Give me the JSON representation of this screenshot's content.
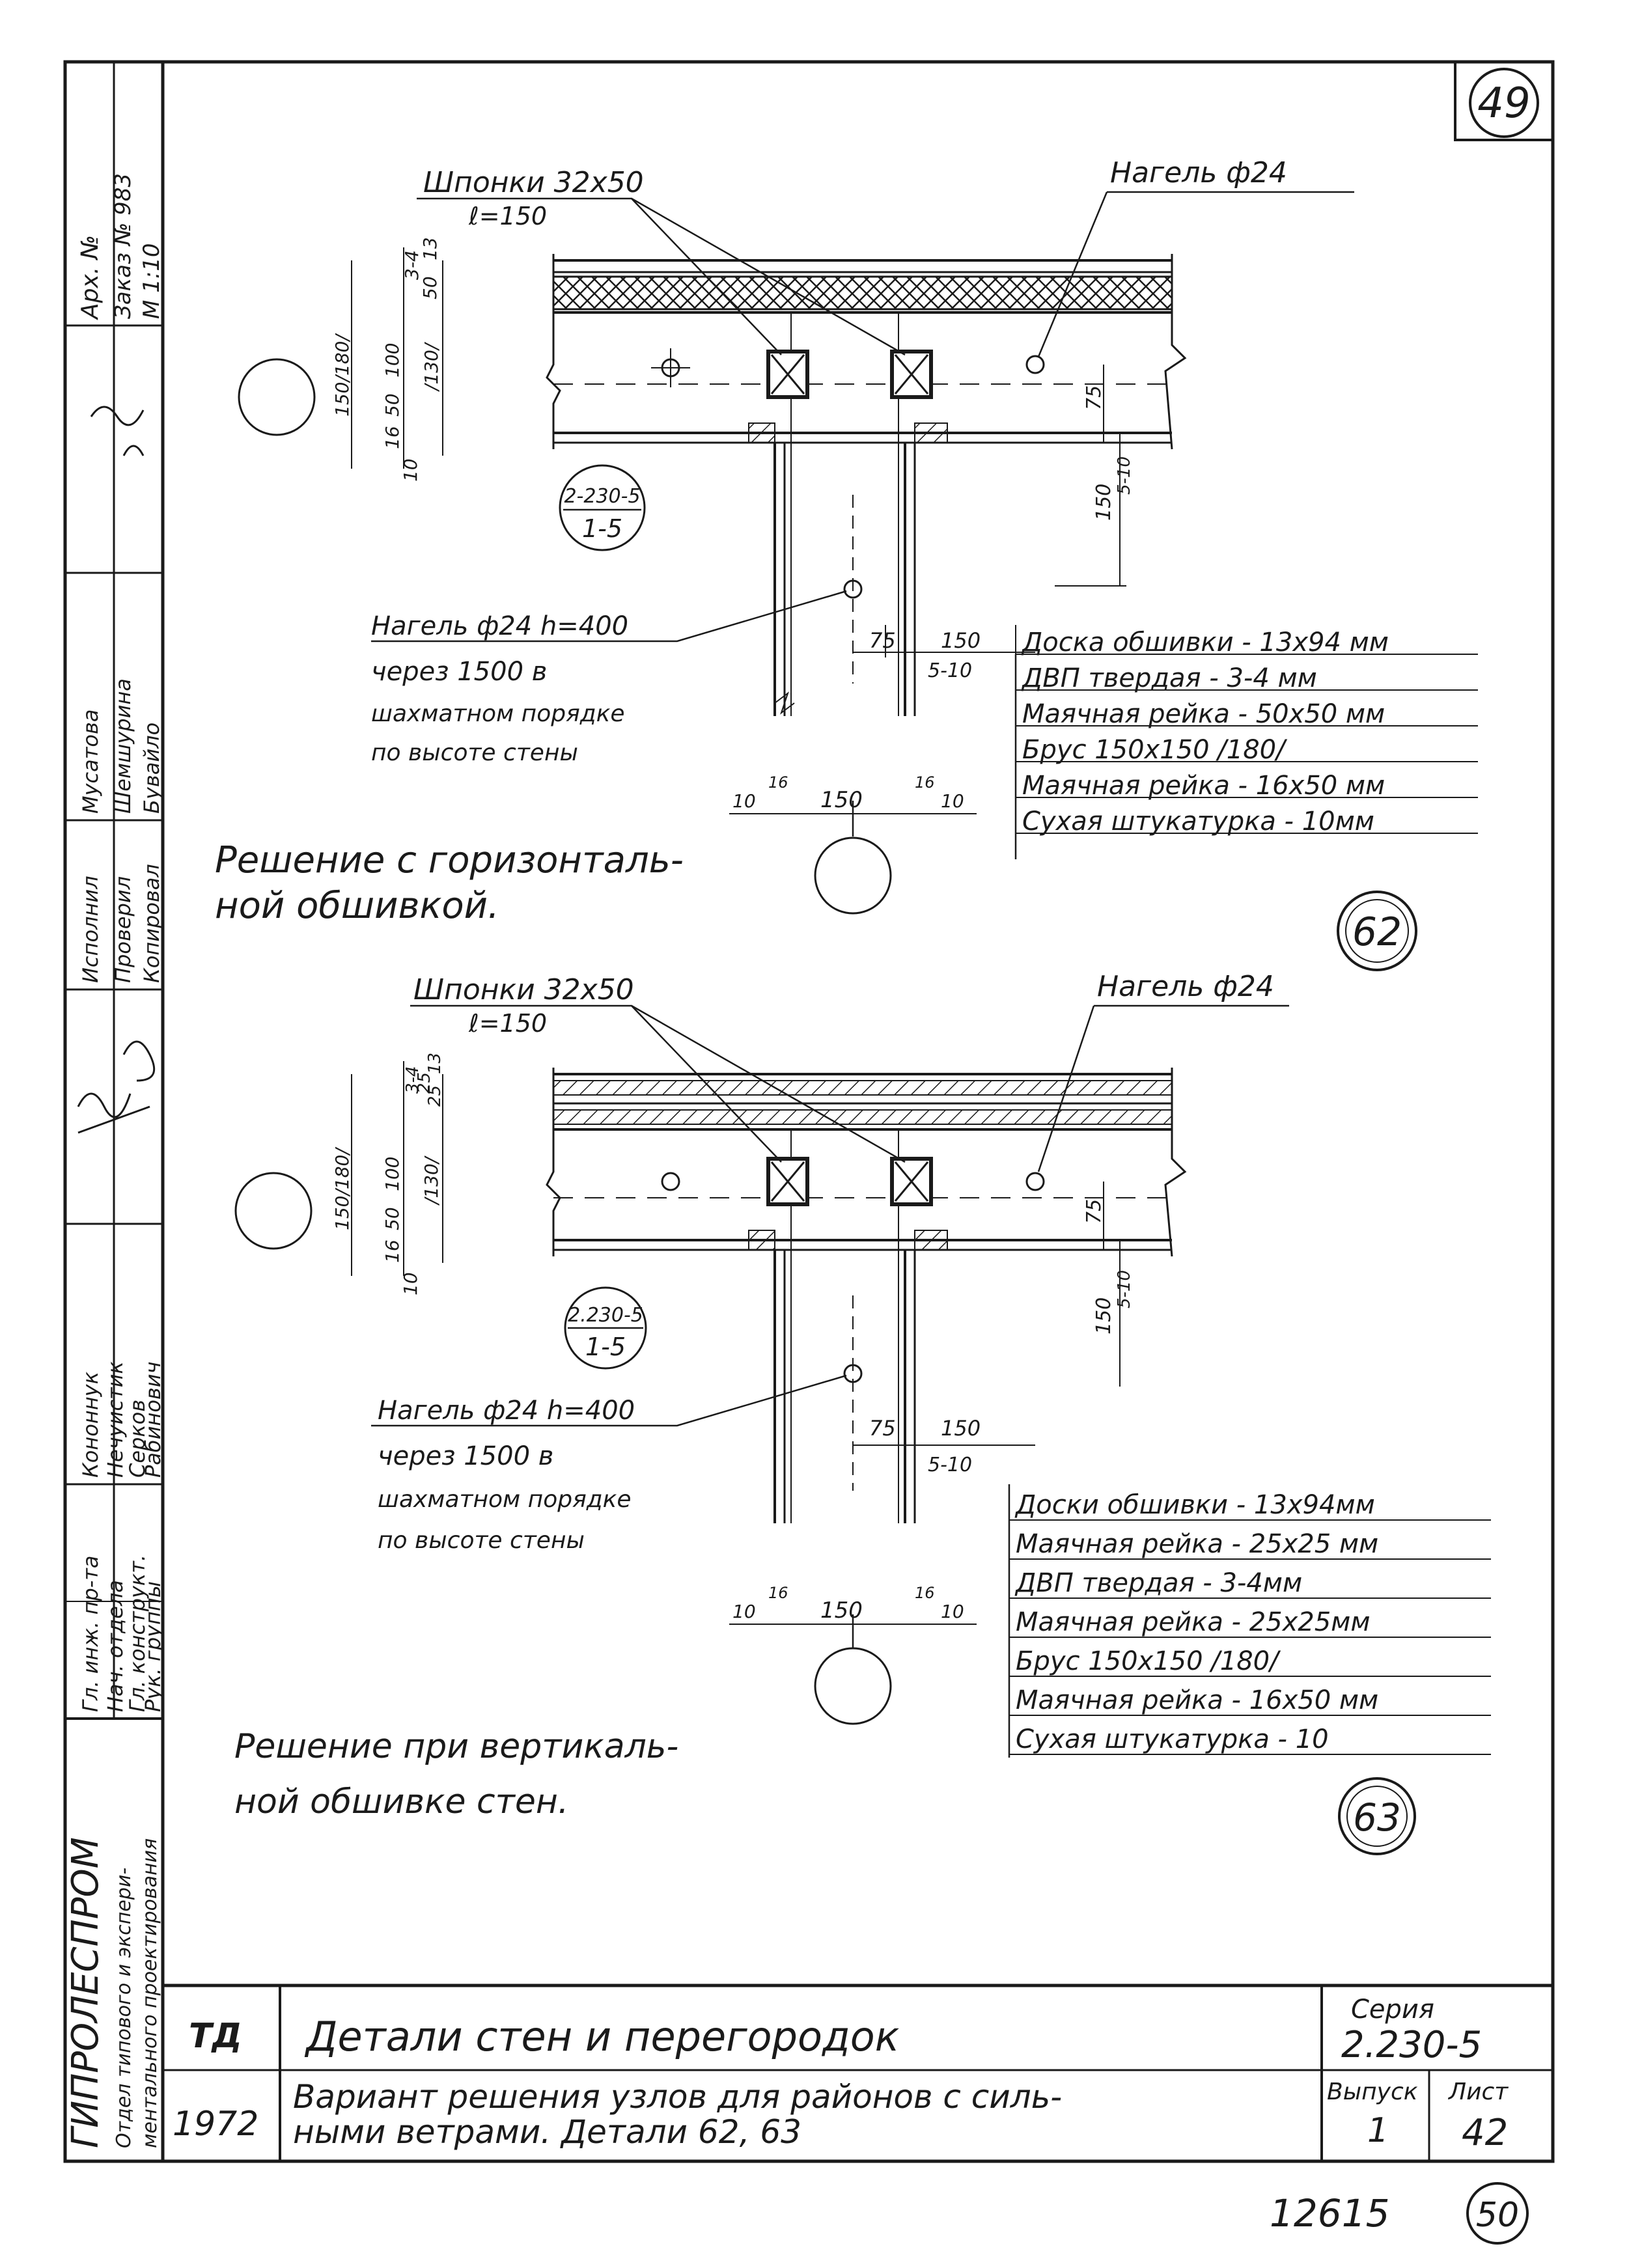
{
  "sheet_corner_number": "49",
  "top_number": "12615",
  "bottom_circle": "50",
  "stamp": {
    "org": "ГИПРОЛЕСПРОМ",
    "dept_line1": "Отдел типового и экспери-",
    "dept_line2": "ментального проектирования",
    "roles": [
      "Гл. инж. пр-та",
      "Нач. отдела",
      "Гл. конструкт.",
      "Рук. группы"
    ],
    "names": [
      "Кононнук",
      "Нечуистик",
      "Серков",
      "Рабинович"
    ],
    "right_roles": [
      "Исполнил",
      "Проверил",
      "Копировал"
    ],
    "right_names": [
      "Мусатова",
      "Шемшурина",
      "Бувайло"
    ],
    "archive": "Арх. №",
    "order": "Заказ № 983",
    "scale": "М 1:10"
  },
  "title_block": {
    "td": "ТД",
    "year": "1972",
    "title": "Детали стен и перегородок",
    "subtitle_line1": "Вариант решения узлов для районов с силь-",
    "subtitle_line2": "ными ветрами. Детали 62, 63",
    "series_label": "Серия",
    "series_value": "2.230-5",
    "issue_label": "Выпуск",
    "issue_value": "1",
    "sheet_label": "Лист",
    "sheet_value": "42"
  },
  "detail62": {
    "number": "62",
    "keys_label": "Шпонки 32х50",
    "keys_len": "ℓ=150",
    "dowel_label": "Нагель ф24",
    "dowel_note_1": "Нагель ф24 h=400",
    "dowel_note_2": "через 1500 в",
    "dowel_note_3": "шахматном порядке",
    "dowel_note_4": "по высоте стены",
    "ref_1": "2-230-5",
    "ref_2": "1-5",
    "caption_1": "Решение с горизонталь-",
    "caption_2": "ной обшивкой.",
    "layers": [
      "Доска обшивки - 13х94 мм",
      "ДВП твердая - 3-4 мм",
      "Маячная рейка - 50х50 мм",
      "Брус 150х150 /180/",
      "Маячная рейка - 16х50 мм",
      "Сухая штукатурка - 10мм"
    ],
    "dims_left": [
      "3-4",
      "50",
      "13",
      "150/180/",
      "100",
      "/130/",
      "16",
      "50",
      "10"
    ],
    "dim_75": "75",
    "dim_150": "150",
    "dim_510": "5-10",
    "dim_bottom": [
      "10",
      "16",
      "150",
      "16",
      "10"
    ]
  },
  "detail63": {
    "number": "63",
    "keys_label": "Шпонки 32х50",
    "keys_len": "ℓ=150",
    "dowel_label": "Нагель ф24",
    "dowel_note_1": "Нагель ф24 h=400",
    "dowel_note_2": "через 1500 в",
    "dowel_note_3": "шахматном порядке",
    "dowel_note_4": "по высоте стены",
    "ref_1": "2.230-5",
    "ref_2": "1-5",
    "caption_1": "Решение при вертикаль-",
    "caption_2": "ной обшивке стен.",
    "layers": [
      "Доски обшивки - 13х94мм",
      "Маячная рейка - 25х25 мм",
      "ДВП твердая - 3-4мм",
      "Маячная рейка - 25х25мм",
      "Брус 150х150 /180/",
      "Маячная рейка - 16х50 мм",
      "Сухая штукатурка - 10"
    ],
    "dims_left": [
      "3-4",
      "25",
      "13",
      "25",
      "150/180/",
      "100",
      "/130/",
      "16",
      "50",
      "10"
    ],
    "dim_75": "75",
    "dim_150": "150",
    "dim_510": "5-10",
    "dim_bottom": [
      "10",
      "16",
      "150",
      "16",
      "10"
    ]
  }
}
